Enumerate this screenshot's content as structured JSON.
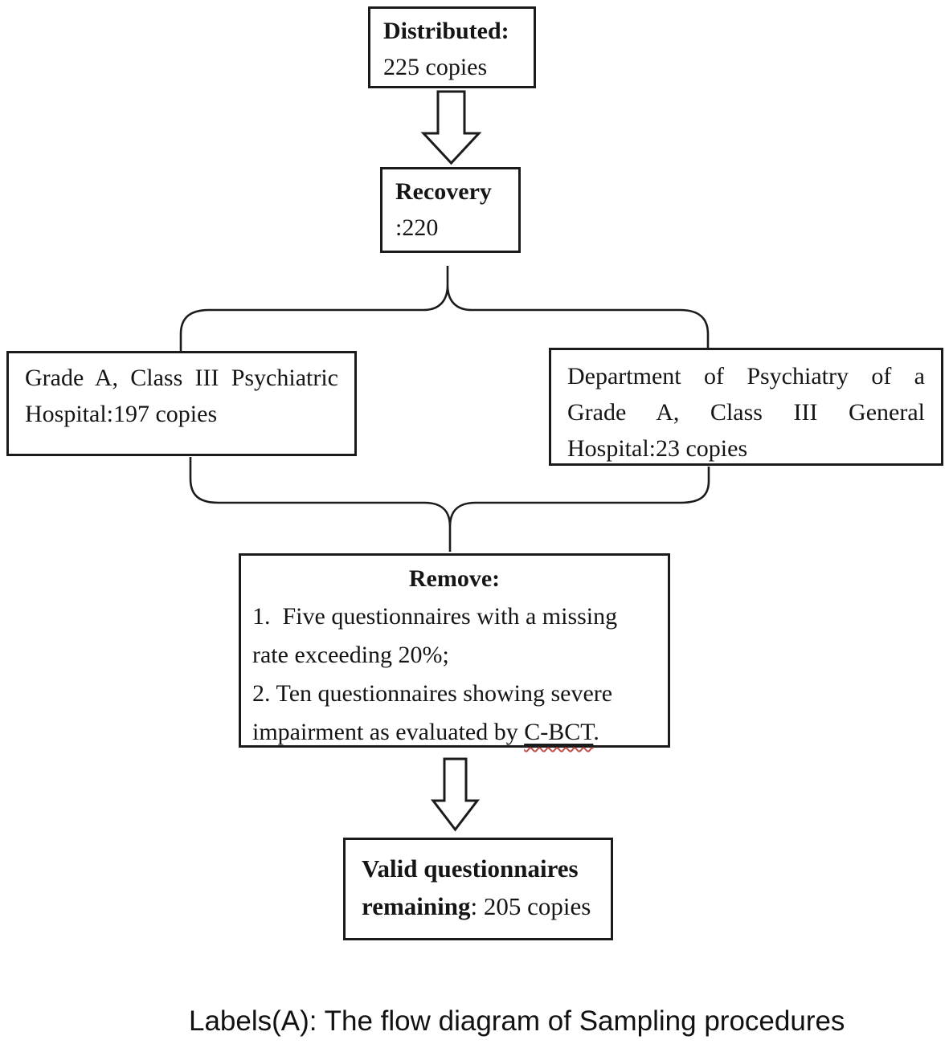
{
  "colors": {
    "ink": "#1b1b1b",
    "background": "#ffffff",
    "spellcheck_wavy": "#c0504d"
  },
  "boxes": {
    "distributed": {
      "title": "Distributed:",
      "value": "225 copies"
    },
    "recovery": {
      "title": "Recovery",
      "value": ":220"
    },
    "branch_left": {
      "lines": [
        "Grade A, Class III Psychiatric",
        "Hospital:197 copies"
      ]
    },
    "branch_right": {
      "lines": [
        "Department of Psychiatry of a",
        "Grade A, Class III General",
        "Hospital:23 copies"
      ]
    },
    "remove": {
      "title": "Remove:",
      "item1_line1": "1.  Five questionnaires with a missing",
      "item1_line2": "rate exceeding 20%;",
      "item2_line1": "2. Ten questionnaires showing severe",
      "item2_line2_prefix": "impairment as evaluated by ",
      "item2_cbct": "C-BCT",
      "item2_suffix": "."
    },
    "valid": {
      "line1_bold": "Valid questionnaires",
      "line2_bold": "remaining",
      "line2_rest": ": 205 copies"
    }
  },
  "caption": "Labels(A): The flow diagram of Sampling procedures"
}
